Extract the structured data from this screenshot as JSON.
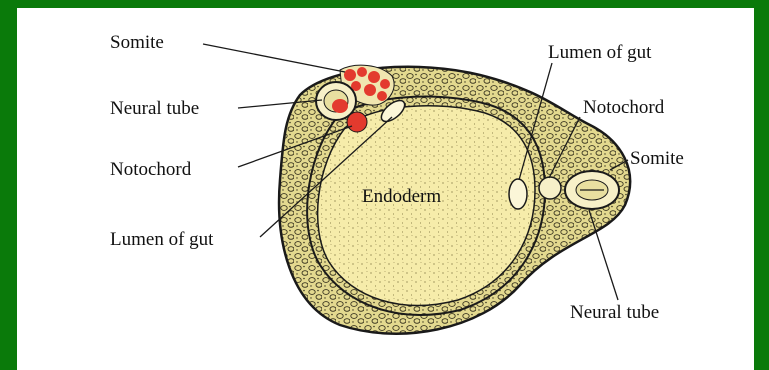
{
  "colors": {
    "frame": "#0a7a0a",
    "background": "#ffffff",
    "tissue": "#e8dfa0",
    "endoderm": "#f5eaa8",
    "somite_red": "#e33a2e",
    "outline": "#1a1a1a"
  },
  "labels": {
    "somite_left": "Somite",
    "neural_tube_left": "Neural tube",
    "notochord_left": "Notochord",
    "lumen_left": "Lumen of gut",
    "endoderm": "Endoderm",
    "lumen_right": "Lumen of gut",
    "notochord_right": "Notochord",
    "somite_right": "Somite",
    "neural_tube_right": "Neural tube"
  }
}
